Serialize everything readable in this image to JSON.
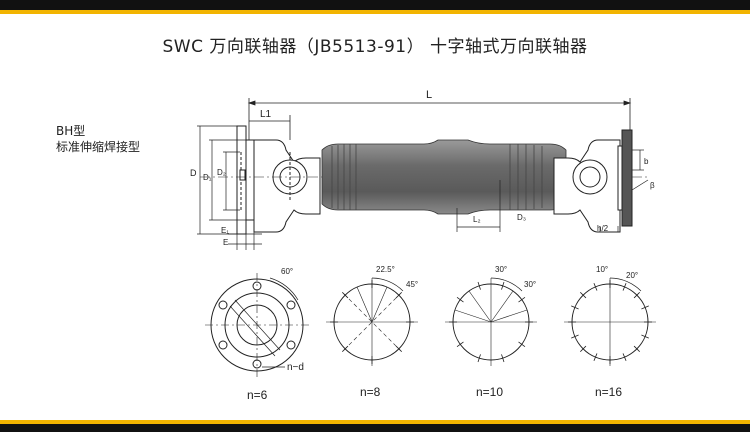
{
  "title": "SWC 万向联轴器（JB5513-91） 十字轴式万向联轴器",
  "variant": {
    "line1": "BH型",
    "line2": "标准伸缩焊接型"
  },
  "dimensions": {
    "L": "L",
    "L1": "L1",
    "L2": "L₂",
    "D": "D",
    "D1": "D₁",
    "D2": "D₂",
    "D3": "D₃",
    "E": "E",
    "E1": "E₁",
    "b": "b",
    "beta": "β",
    "h_half": "h/2"
  },
  "flanges": [
    {
      "n_label": "n=6",
      "angles": [
        "60°"
      ]
    },
    {
      "n_label": "n=8",
      "angles": [
        "22.5°",
        "45°"
      ]
    },
    {
      "n_label": "n=10",
      "angles": [
        "30°",
        "30°"
      ]
    },
    {
      "n_label": "n=16",
      "angles": [
        "10°",
        "20°"
      ]
    }
  ],
  "hole_callout": "n−d",
  "colors": {
    "accent": "#f2b400",
    "ink": "#222222",
    "shaft": "#707070"
  }
}
